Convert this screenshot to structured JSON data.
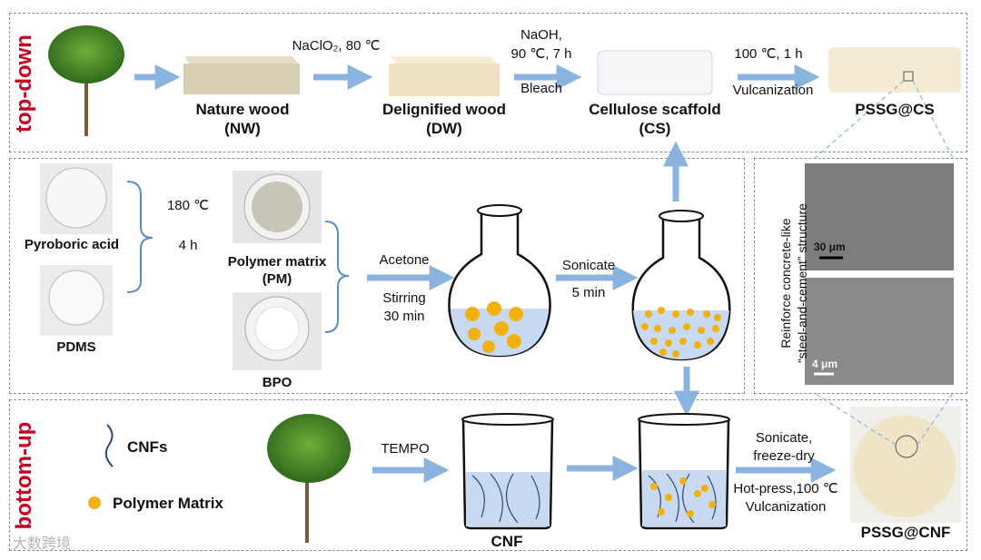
{
  "colors": {
    "arrow": "#8ab3e0",
    "section_label": "#c8001e",
    "particle": "#f3b10f",
    "liquid": "#c8daf2",
    "dash": "#8a8fa0"
  },
  "sections": {
    "top": "top-down",
    "bottom": "bottom-up"
  },
  "top": {
    "nw": [
      "Nature wood",
      "(NW)"
    ],
    "dw": [
      "Delignified wood",
      "(DW)"
    ],
    "cs": [
      "Cellulose scaffold",
      "(CS)"
    ],
    "pssg": "PSSG@CS",
    "step1": "NaClO₂, 80 ℃",
    "step2": [
      "NaOH,",
      "90 ℃, 7 h",
      "Bleach"
    ],
    "step3": [
      "100 ℃, 1 h",
      "Vulcanization"
    ]
  },
  "middle": {
    "pyro": "Pyroboric acid",
    "pdms": "PDMS",
    "heat": [
      "180 ℃",
      "4 h"
    ],
    "pm": [
      "Polymer matrix",
      "(PM)"
    ],
    "bpo": "BPO",
    "step_a": [
      "Acetone",
      "Stirring",
      "30 min"
    ],
    "step_b": [
      "Sonicate",
      "5 min"
    ]
  },
  "sem": {
    "label": [
      "Reinforce concrete-like",
      "“steel-and-cement” structure"
    ],
    "scale1": "30 μm",
    "scale2": "4 μm"
  },
  "bottom": {
    "legend_cnf": "CNFs",
    "legend_pm": "Polymer Matrix",
    "tempo": "TEMPO",
    "cnf": "CNF",
    "step_c": [
      "Sonicate,",
      "freeze-dry"
    ],
    "step_d": [
      "Hot-press,100 ℃",
      "Vulcanization"
    ],
    "pssg": "PSSG@CNF"
  },
  "watermark": "大数跨境"
}
